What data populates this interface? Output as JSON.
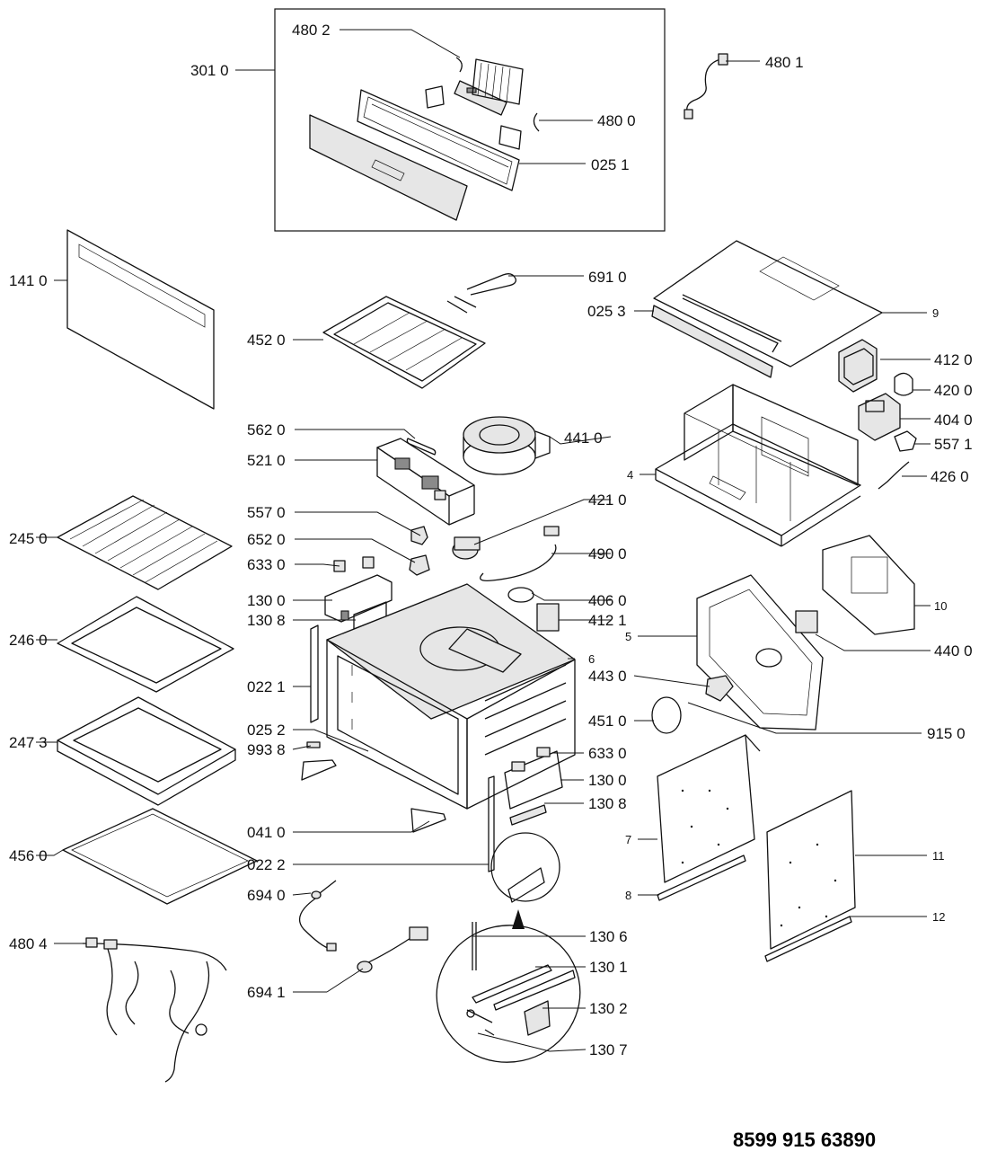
{
  "document_number": "8599 915 63890",
  "labels": {
    "l3010": "301 0",
    "l4802": "480 2",
    "l4801": "480 1",
    "l4800": "480 0",
    "l0251": "025 1",
    "l1410": "141 0",
    "l6910": "691 0",
    "l0253": "025 3",
    "l9": "9",
    "l4520": "452 0",
    "l4120": "412 0",
    "l4200": "420 0",
    "l4040": "404 0",
    "l5620": "562 0",
    "l4410": "441 0",
    "l5571": "557 1",
    "l5210": "521 0",
    "l4": "4",
    "l4260": "426 0",
    "l4210": "421 0",
    "l5570": "557 0",
    "l2450": "245 0",
    "l6520": "652 0",
    "l4900": "490 0",
    "l6330a": "633 0",
    "l1300a": "130 0",
    "l4060": "406 0",
    "l10": "10",
    "l1308a": "130 8",
    "l4121": "412 1",
    "l2460": "246 0",
    "l5": "5",
    "l6": "6",
    "l4400": "440 0",
    "l4430": "443 0",
    "l0221": "022 1",
    "l4510": "451 0",
    "l0252": "025 2",
    "l9150": "915 0",
    "l2473": "247 3",
    "l9938": "993 8",
    "l6330b": "633 0",
    "l1300b": "130 0",
    "l1308b": "130 8",
    "l7": "7",
    "l0410": "041 0",
    "l11": "11",
    "l4560": "456 0",
    "l0222": "022 2",
    "l8": "8",
    "l6940": "694 0",
    "l12": "12",
    "l4804": "480 4",
    "l1306": "130 6",
    "l1301": "130 1",
    "l6941": "694 1",
    "l1302": "130 2",
    "l1307": "130 7"
  }
}
